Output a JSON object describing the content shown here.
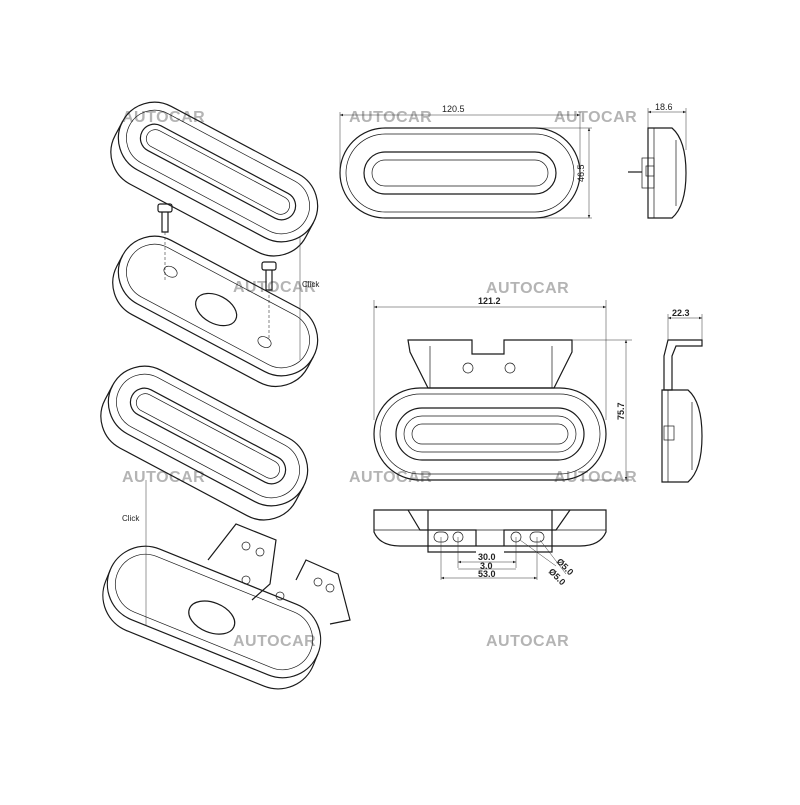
{
  "watermark": "AUTOCAR",
  "labels": {
    "click_top": "Click",
    "click_bottom": "Click"
  },
  "dimensions": {
    "front_width": "120.5",
    "front_height": "46.5",
    "side_depth": "18.6",
    "bracket_width": "121.2",
    "bracket_height": "75.7",
    "bracket_side_depth": "22.3",
    "hole_spacing": "30.0",
    "hole_offset": "3.0",
    "hole_overall": "53.0",
    "hole_dia_1": "Ø5.0",
    "hole_dia_2": "Ø5.0"
  }
}
